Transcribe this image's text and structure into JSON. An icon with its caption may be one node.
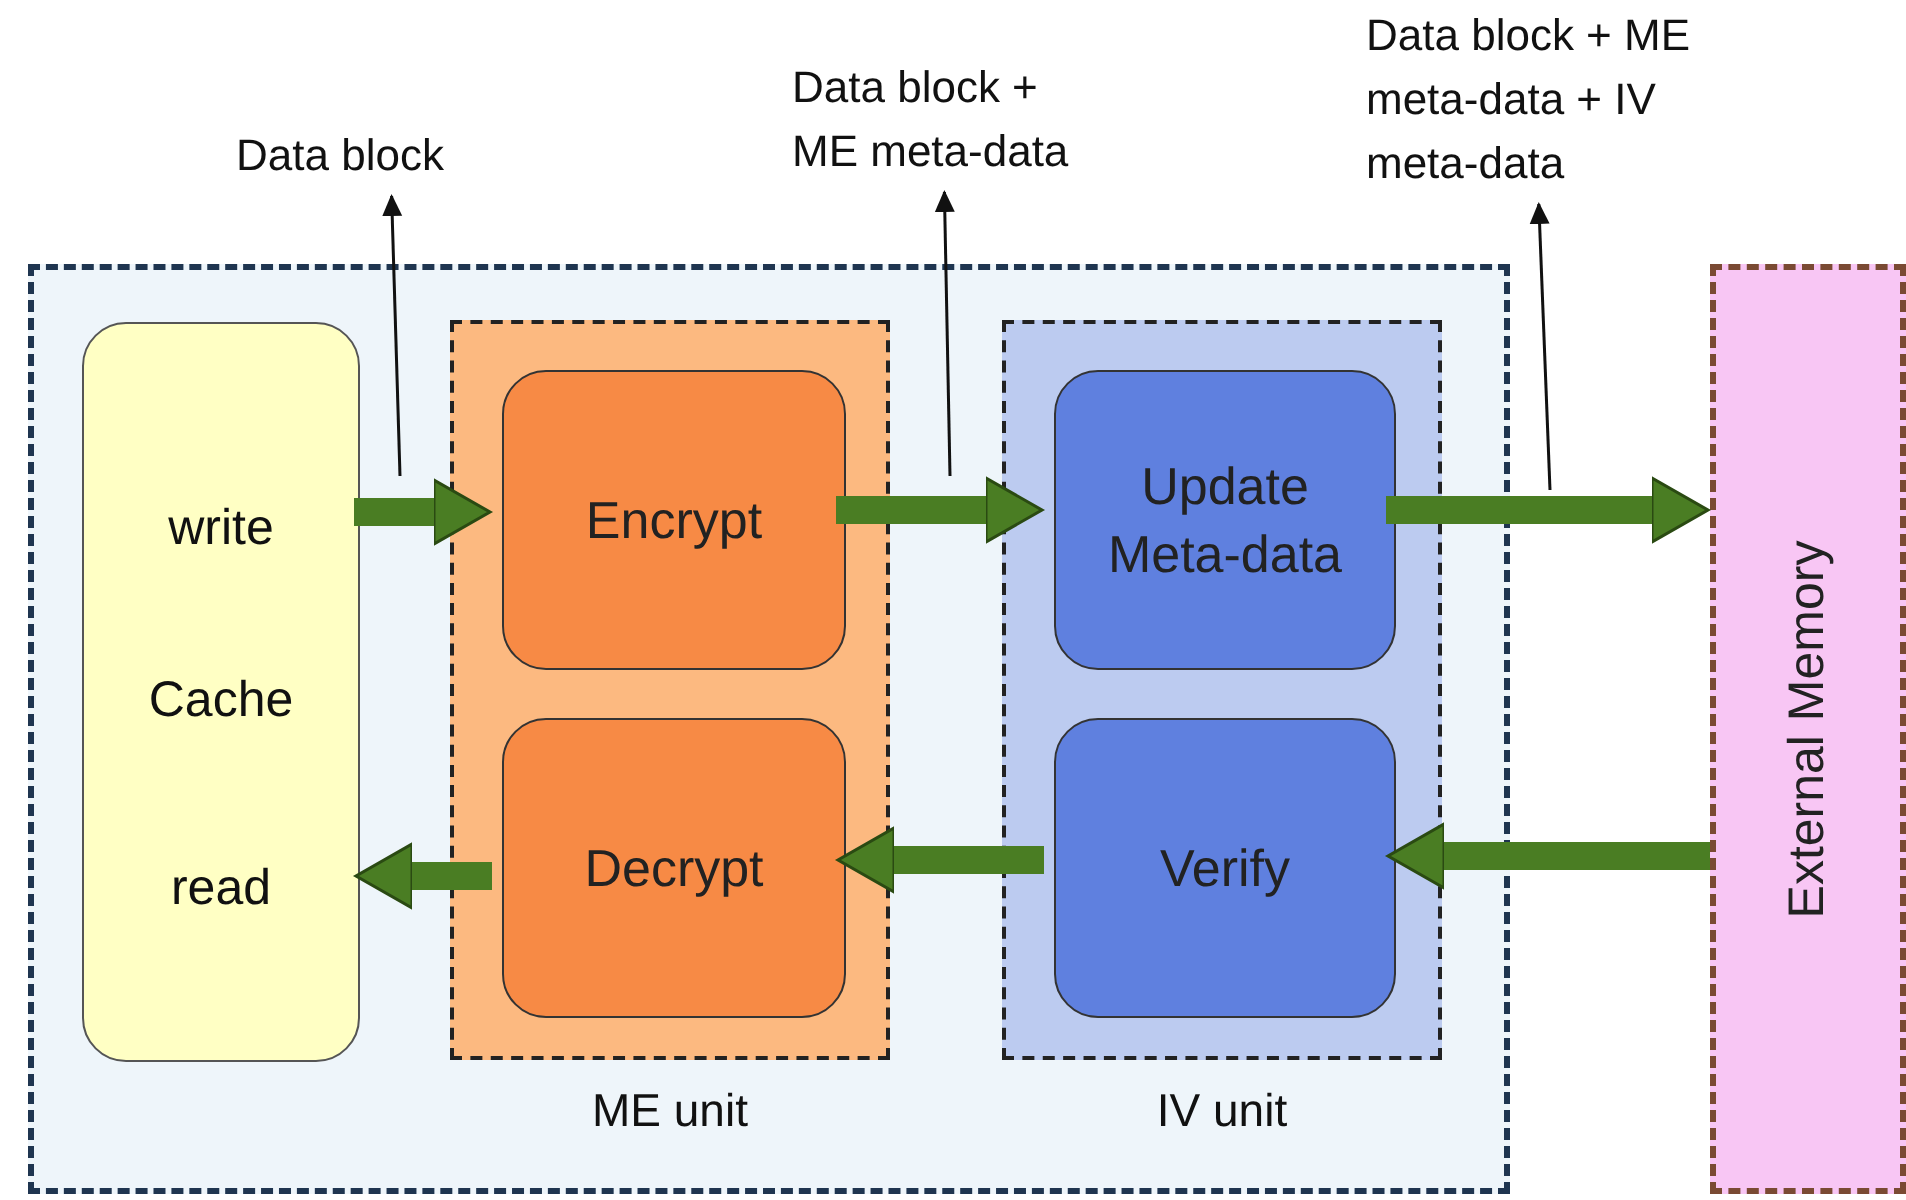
{
  "diagram": {
    "nodes": [
      {
        "text": [],
        "shape": "box"
      },
      {
        "text": [
          "write",
          "Cache",
          "read"
        ],
        "in": 0
      },
      {
        "text": [
          "ME unit"
        ],
        "in": 0
      },
      {
        "text": [
          "Encrypt"
        ],
        "in": 2
      },
      {
        "text": [
          "Decrypt"
        ],
        "in": 2
      },
      {
        "text": [
          "IV unit"
        ],
        "in": 0
      },
      {
        "text": [
          "Update Meta-data"
        ],
        "in": 5
      },
      {
        "text": [
          "Verify"
        ],
        "in": 5
      },
      {
        "text": [
          "External Memory"
        ]
      },
      {
        "text": [
          "Data block"
        ]
      },
      {
        "text": [
          "Data block + ME meta-data"
        ]
      },
      {
        "text": [
          "Data block + ME meta-data + IV meta-data"
        ]
      }
    ],
    "edges": [
      {
        "from": 1,
        "to": 3,
        "arrow": "to"
      },
      {
        "from": 3,
        "to": 6,
        "arrow": "to"
      },
      {
        "from": 6,
        "to": 8,
        "arrow": "to"
      },
      {
        "from": 8,
        "to": 7,
        "arrow": "to"
      },
      {
        "from": 7,
        "to": 4,
        "arrow": "to"
      },
      {
        "from": 4,
        "to": 1,
        "arrow": "to"
      },
      {
        "from": null,
        "to": 9,
        "arrow": "to",
        "color": "#111111"
      },
      {
        "from": null,
        "to": 10,
        "arrow": "to",
        "color": "#111111"
      },
      {
        "from": null,
        "to": 11,
        "arrow": "to",
        "color": "#111111"
      }
    ]
  }
}
